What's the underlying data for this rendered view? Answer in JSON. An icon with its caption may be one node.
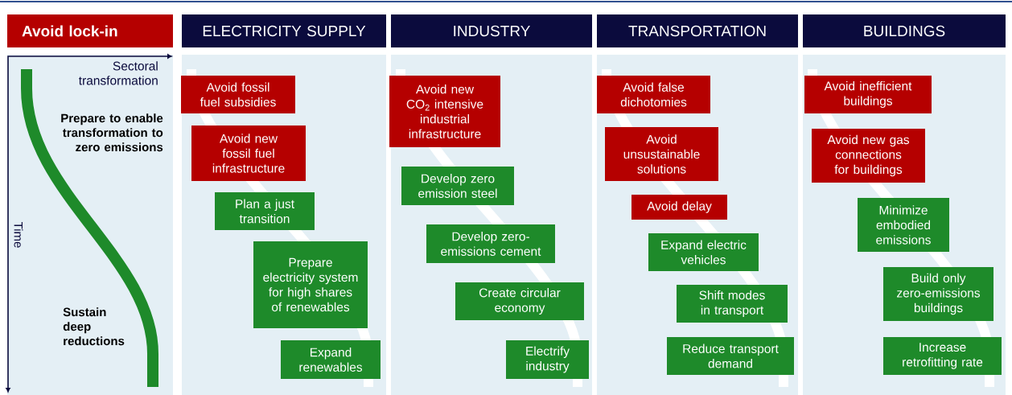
{
  "diagram": {
    "nodes": [
      {
        "text": [
          "Avoid lock-in"
        ]
      },
      {
        "text": [
          "ELECTRICITY SUPPLY"
        ]
      },
      {
        "text": [
          "INDUSTRY"
        ]
      },
      {
        "text": [
          "TRANSPORTATION"
        ]
      },
      {
        "text": [
          "BUILDINGS"
        ]
      },
      {
        "text": [
          "Avoid fossil fuel subsidies"
        ]
      },
      {
        "text": [
          "Avoid new fossil fuel infrastructure"
        ]
      },
      {
        "text": [
          "Plan a just transition"
        ]
      },
      {
        "text": [
          "Prepare electricity system for high shares of renewables"
        ]
      },
      {
        "text": [
          "Expand renewables"
        ]
      },
      {
        "text": [
          "Avoid new CO$_{2}$ intensive industrial infrastructure"
        ]
      },
      {
        "text": [
          "Develop zero emission steel"
        ]
      },
      {
        "text": [
          "Develop zero-emissions cement"
        ]
      },
      {
        "text": [
          "Create circular economy"
        ]
      },
      {
        "text": [
          "Electrify industry"
        ]
      },
      {
        "text": [
          "Avoid false dichotomies"
        ]
      },
      {
        "text": [
          "Avoid unsustainable solutions"
        ]
      },
      {
        "text": [
          "Avoid delay"
        ]
      },
      {
        "text": [
          "Expand electric vehicles"
        ]
      },
      {
        "text": [
          "Shift modes in transport"
        ]
      },
      {
        "text": [
          "Reduce transport demand"
        ]
      },
      {
        "text": [
          "Avoid inefficient buildings"
        ]
      },
      {
        "text": [
          "Avoid new gas connections for buildings"
        ]
      },
      {
        "text": [
          "Minimize embodied emissions"
        ]
      },
      {
        "text": [
          "Build only zero-emissions buildings"
        ]
      },
      {
        "text": [
          "Increase retrofitting rate"
        ]
      }
    ],
    "labels": [
      "Sectoral transformation",
      "Prepare to enable transformation to zero emissions",
      "Time",
      "Sustain deep reductions"
    ]
  }
}
